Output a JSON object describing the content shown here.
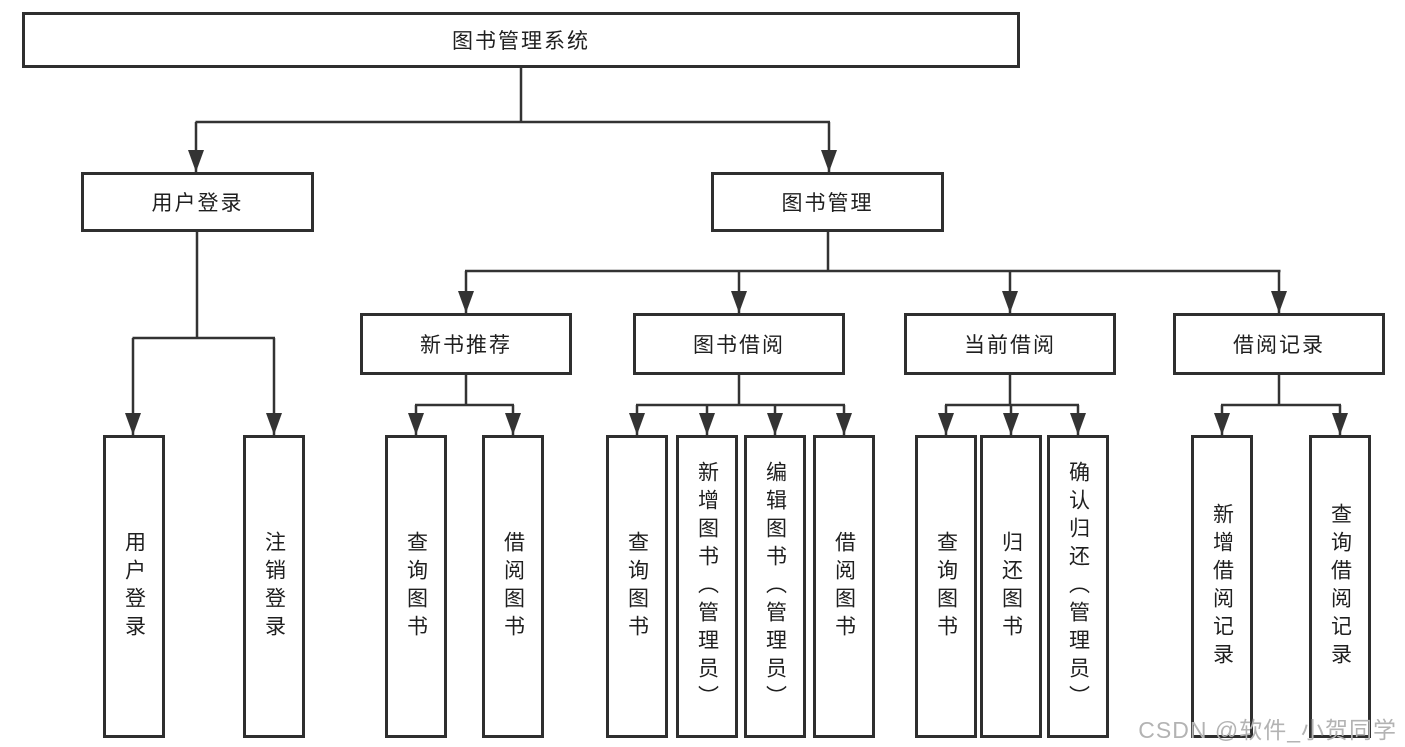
{
  "diagram": {
    "root": {
      "label": "图书管理系统"
    },
    "level2": [
      {
        "label": "用户登录",
        "children": [
          {
            "label": "用户登录"
          },
          {
            "label": "注销登录"
          }
        ]
      },
      {
        "label": "图书管理",
        "children": [
          {
            "label": "新书推荐",
            "children": [
              {
                "label": "查询图书"
              },
              {
                "label": "借阅图书"
              }
            ]
          },
          {
            "label": "图书借阅",
            "children": [
              {
                "label": "查询图书"
              },
              {
                "label": "新增图书（管理员）"
              },
              {
                "label": "编辑图书（管理员）"
              },
              {
                "label": "借阅图书"
              }
            ]
          },
          {
            "label": "当前借阅",
            "children": [
              {
                "label": "查询图书"
              },
              {
                "label": "归还图书"
              },
              {
                "label": "确认归还（管理员）"
              }
            ]
          },
          {
            "label": "借阅记录",
            "children": [
              {
                "label": "新增借阅记录"
              },
              {
                "label": "查询借阅记录"
              }
            ]
          }
        ]
      }
    ]
  },
  "watermark": "CSDN @软件_小贺同学",
  "colors": {
    "line": "#333333",
    "box_border": "#2f2f2f",
    "text": "#1f1f1f",
    "watermark": "#b3b3b3",
    "background": "#ffffff"
  }
}
